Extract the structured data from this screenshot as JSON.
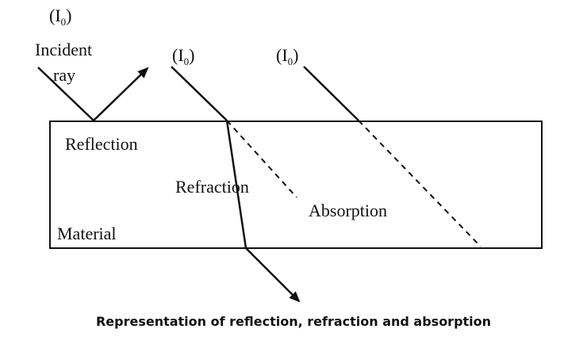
{
  "labels": {
    "intensity_1": "I",
    "intensity_2": "I",
    "intensity_3": "I",
    "intensity_subscript": "0",
    "incident": "Incident",
    "ray": "ray",
    "reflection": "Reflection",
    "refraction": "Refraction",
    "absorption": "Absorption",
    "material": "Material"
  },
  "caption": "Representation of reflection, refraction and absorption",
  "colors": {
    "ink": "#111111",
    "background": "#ffffff"
  }
}
